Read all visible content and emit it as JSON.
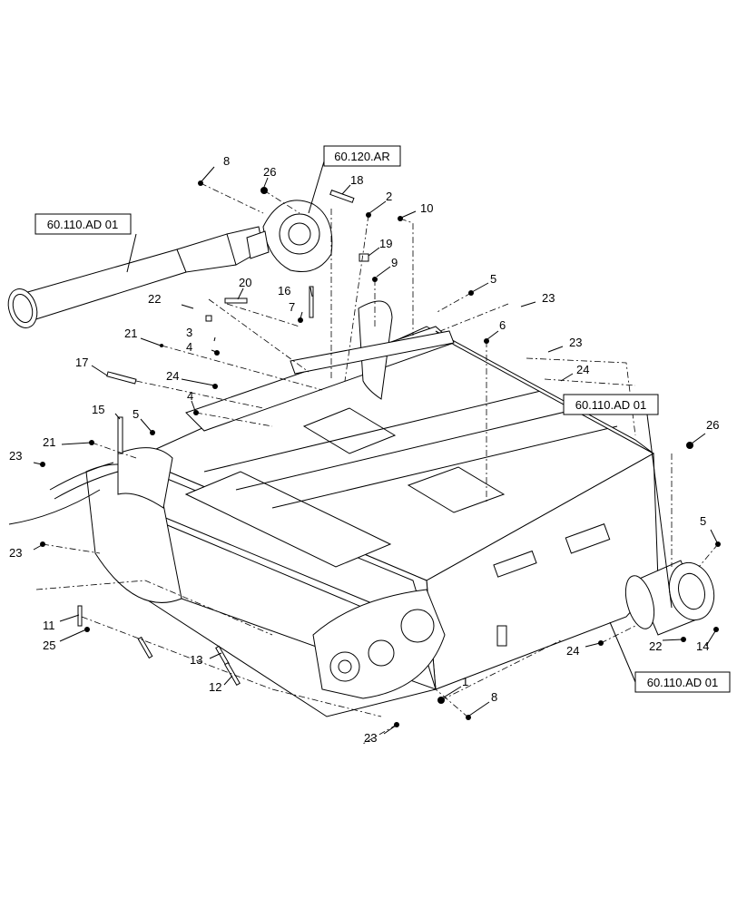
{
  "references": {
    "top": "60.120.AR",
    "left_tube": "60.110.AD 01",
    "right_drive": "60.110.AD 01",
    "bottom_right": "60.110.AD 01"
  },
  "callouts": [
    {
      "id": "c8a",
      "label": "8"
    },
    {
      "id": "c26a",
      "label": "26"
    },
    {
      "id": "c18",
      "label": "18"
    },
    {
      "id": "c2",
      "label": "2"
    },
    {
      "id": "c10",
      "label": "10"
    },
    {
      "id": "c19",
      "label": "19"
    },
    {
      "id": "c9",
      "label": "9"
    },
    {
      "id": "c5a",
      "label": "5"
    },
    {
      "id": "c23a",
      "label": "23"
    },
    {
      "id": "c6",
      "label": "6"
    },
    {
      "id": "c23b",
      "label": "23"
    },
    {
      "id": "c24a",
      "label": "24"
    },
    {
      "id": "c20",
      "label": "20"
    },
    {
      "id": "c16",
      "label": "16"
    },
    {
      "id": "c22a",
      "label": "22"
    },
    {
      "id": "c7",
      "label": "7"
    },
    {
      "id": "c3",
      "label": "3"
    },
    {
      "id": "c21a",
      "label": "21"
    },
    {
      "id": "c4a",
      "label": "4"
    },
    {
      "id": "c17",
      "label": "17"
    },
    {
      "id": "c24b",
      "label": "24"
    },
    {
      "id": "c4b",
      "label": "4"
    },
    {
      "id": "c15",
      "label": "15"
    },
    {
      "id": "c5b",
      "label": "5"
    },
    {
      "id": "c21b",
      "label": "21"
    },
    {
      "id": "c23c",
      "label": "23"
    },
    {
      "id": "c23d",
      "label": "23"
    },
    {
      "id": "c26b",
      "label": "26"
    },
    {
      "id": "c5c",
      "label": "5"
    },
    {
      "id": "c11",
      "label": "11"
    },
    {
      "id": "c25",
      "label": "25"
    },
    {
      "id": "c13",
      "label": "13"
    },
    {
      "id": "c12",
      "label": "12"
    },
    {
      "id": "c22b",
      "label": "22"
    },
    {
      "id": "c14",
      "label": "14"
    },
    {
      "id": "c24c",
      "label": "24"
    },
    {
      "id": "c1",
      "label": "1"
    },
    {
      "id": "c8b",
      "label": "8"
    },
    {
      "id": "c23e",
      "label": "23"
    }
  ]
}
